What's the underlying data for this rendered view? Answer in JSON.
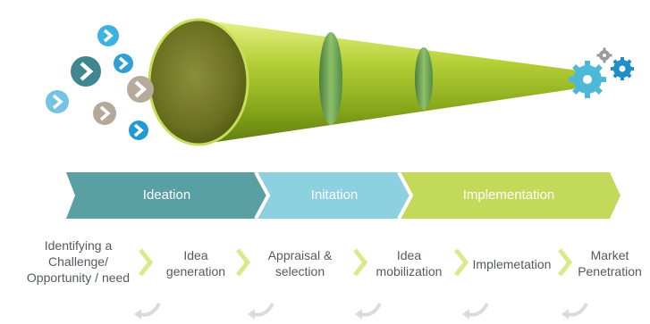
{
  "colors": {
    "ideation": "#5a9fa3",
    "initation": "#8dd0e0",
    "implementation": "#c3d95a",
    "chevron": "#d8ea8a",
    "back_arrow": "#d9dcde",
    "text": "#555a5f"
  },
  "icons": [
    "arrow-right-circle-icon",
    "gear-icon",
    "chevron-right-icon",
    "curved-return-arrow-icon"
  ],
  "phases": [
    {
      "label": "Ideation"
    },
    {
      "label": "Initation"
    },
    {
      "label": "Implementation"
    }
  ],
  "steps": [
    {
      "lines": [
        "Identifying a",
        "Challenge/",
        "Opportunity / need"
      ]
    },
    {
      "lines": [
        "Idea",
        "generation"
      ]
    },
    {
      "lines": [
        "Appraisal &",
        "selection"
      ]
    },
    {
      "lines": [
        "Idea",
        "mobilization"
      ]
    },
    {
      "lines": [
        "Implemetation"
      ]
    },
    {
      "lines": [
        "Market",
        "Penetration"
      ]
    }
  ]
}
